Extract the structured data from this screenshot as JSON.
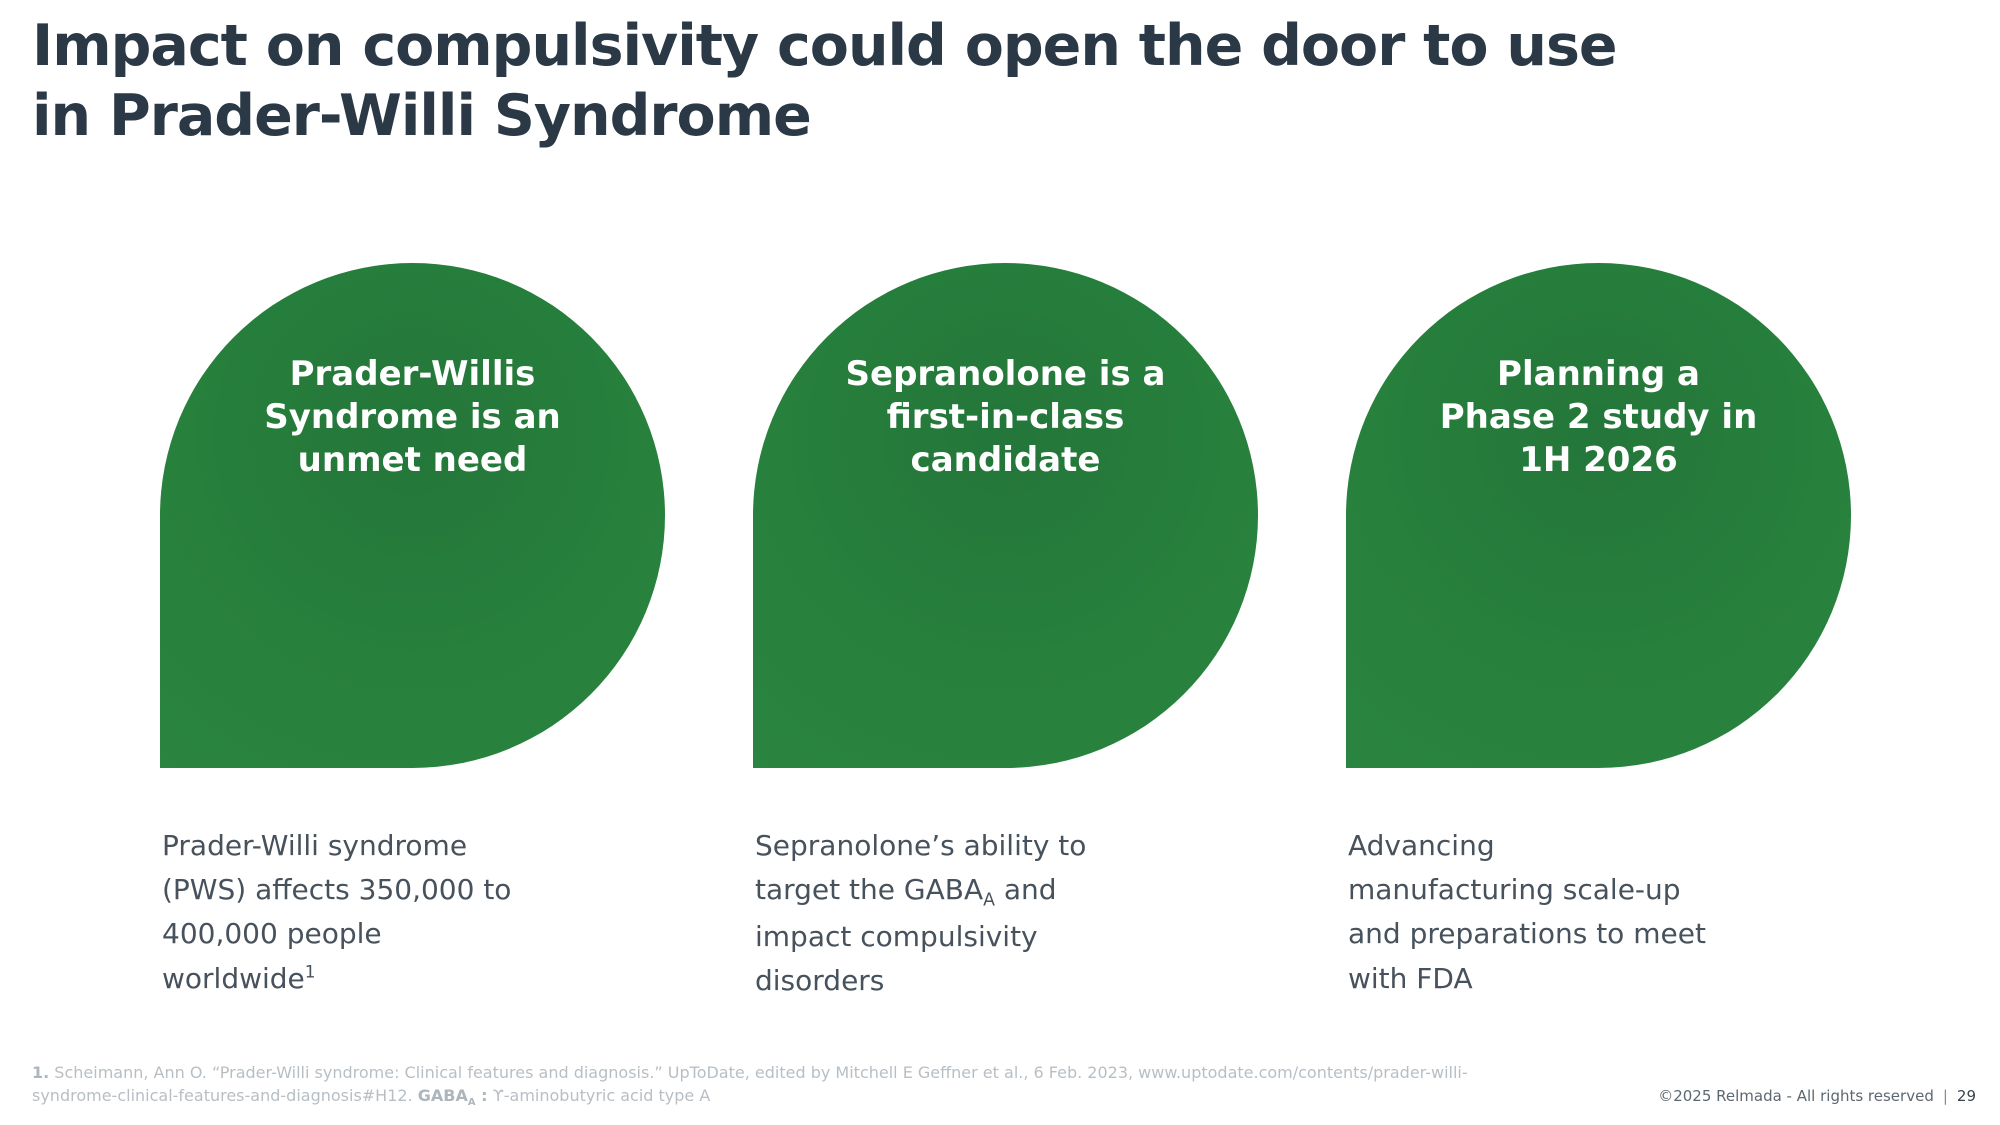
{
  "slide": {
    "title": "Impact on compulsivity could open the door to use\nin Prader-Willi Syndrome",
    "accent_green": "#27803C",
    "title_color": "#2B3845",
    "cards": [
      {
        "headline": "Prader-Willis\nSyndrome is an\nunmet need",
        "desc_pre": "Prader-Willi syndrome\n(PWS) affects 350,000 to\n400,000 people\nworldwide",
        "desc_sup": "1"
      },
      {
        "headline": "Sepranolone is a\nfirst-in-class\ncandidate",
        "desc_pre": "Sepranolone’s ability to\ntarget the GABA",
        "desc_sub": "A",
        "desc_post": " and\nimpact compulsivity\ndisorders"
      },
      {
        "headline": "Planning a\nPhase 2 study in\n1H 2026",
        "desc_pre": "Advancing\nmanufacturing scale-up\nand preparations to meet\nwith FDA"
      }
    ],
    "footnote": {
      "ref_number": "1.",
      "citation": " Scheimann, Ann O. “Prader-Willi syndrome: Clinical features and diagnosis.” UpToDate, edited by Mitchell E Geffner et al., 6 Feb. 2023, www.uptodate.com/contents/prader-willi-syndrome-clinical-features-and-diagnosis#H12. ",
      "gaba_label": "GABA",
      "gaba_sub": "A",
      "gaba_colon": " :",
      "gaba_definition": " ϒ-aminobutyric acid type A"
    },
    "footer": {
      "copyright": "©2025 Relmada - All rights reserved",
      "separator": "|",
      "page_number": "29"
    }
  }
}
